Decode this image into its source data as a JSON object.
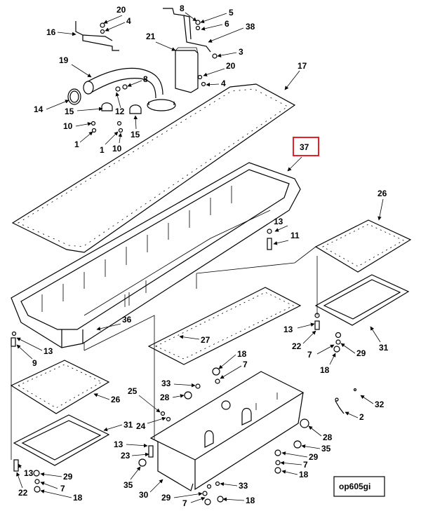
{
  "diagram": {
    "highlighted_callout": "37",
    "reference_code": "op605gi",
    "callouts": [
      "20",
      "4",
      "8",
      "5",
      "6",
      "38",
      "16",
      "21",
      "3",
      "19",
      "8",
      "17",
      "20",
      "4",
      "14",
      "15",
      "12",
      "10",
      "1",
      "1",
      "10",
      "15",
      "37",
      "26",
      "13",
      "11",
      "13",
      "36",
      "13",
      "22",
      "7",
      "29",
      "31",
      "9",
      "27",
      "18",
      "7",
      "18",
      "26",
      "33",
      "28",
      "25",
      "32",
      "24",
      "2",
      "31",
      "13",
      "23",
      "28",
      "35",
      "35",
      "29",
      "7",
      "13",
      "18",
      "29",
      "7",
      "22",
      "18",
      "30",
      "29",
      "7",
      "33",
      "18"
    ]
  }
}
